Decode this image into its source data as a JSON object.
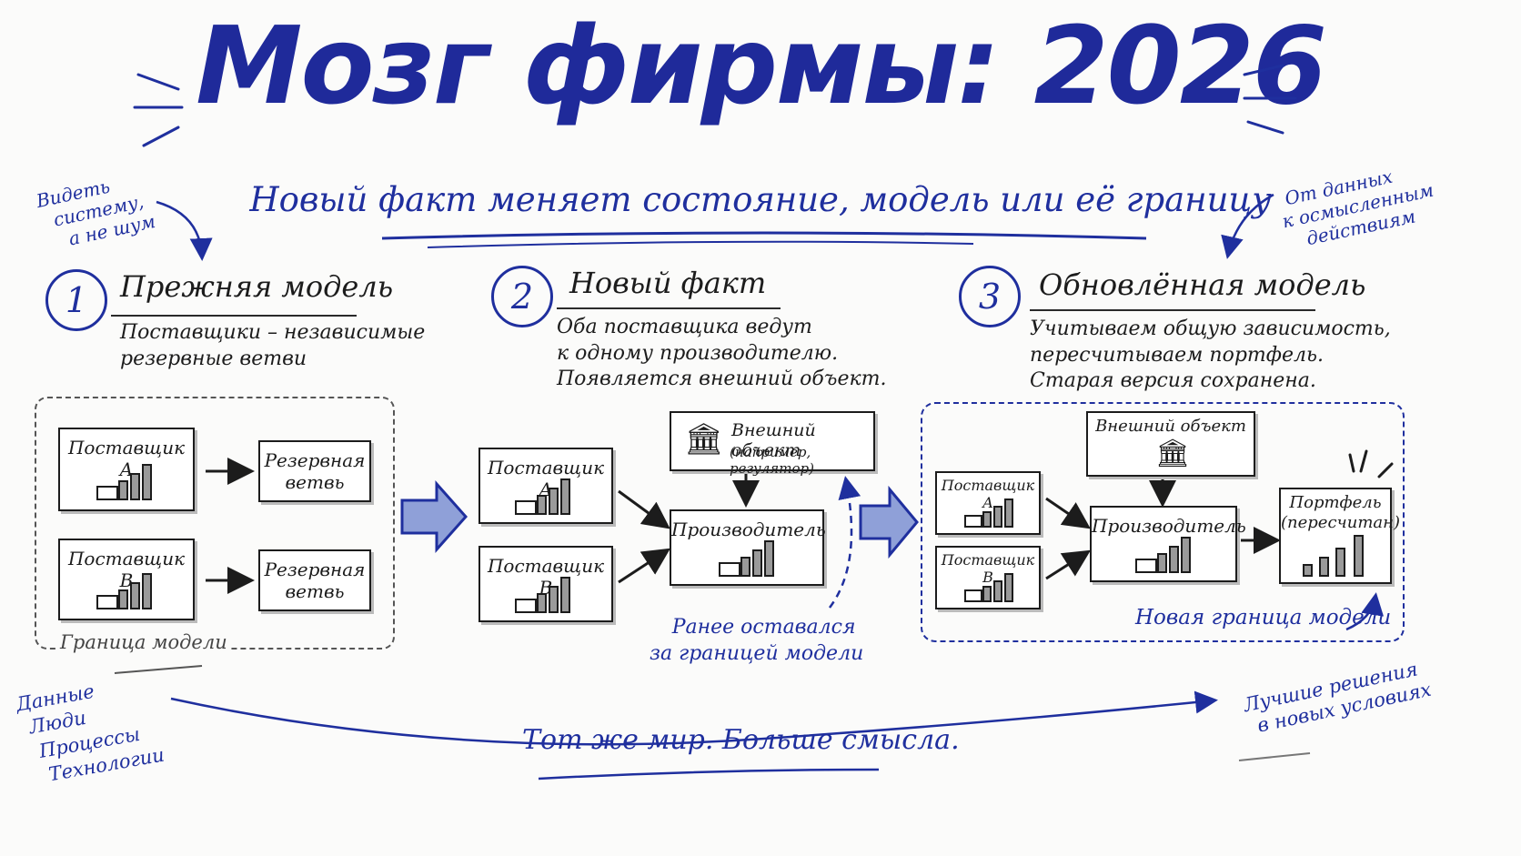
{
  "title": "Мозг фирмы: 2026",
  "subtitle": "Новый факт меняет состояние, модель или её границу",
  "notes": {
    "top_left": [
      "Видеть",
      "систему,",
      "а не шум"
    ],
    "top_right": [
      "От данных",
      "к осмысленным",
      "действиям"
    ],
    "bottom_left": [
      "Данные",
      "Люди",
      "Процессы",
      "Технологии"
    ],
    "bottom_right": [
      "Лучшие решения",
      "в новых условиях"
    ]
  },
  "steps": [
    {
      "number": "1",
      "heading": "Прежняя модель",
      "desc": [
        "Поставщики – независимые",
        "резервные ветви"
      ],
      "supplier_a": "Поставщик А",
      "supplier_b": "Поставщик В",
      "backup_a": [
        "Резервная",
        "ветвь"
      ],
      "backup_b": [
        "Резервная",
        "ветвь"
      ],
      "boundary": "Граница модели"
    },
    {
      "number": "2",
      "heading": "Новый факт",
      "desc": [
        "Оба поставщика ведут",
        "к одному производителю.",
        "Появляется внешний объект."
      ],
      "external": "Внешний объект",
      "external_note": "(например, регулятор)",
      "supplier_a": "Поставщик А",
      "supplier_b": "Поставщик В",
      "producer": "Производитель",
      "outside_note": [
        "Ранее оставался",
        "за границей модели"
      ]
    },
    {
      "number": "3",
      "heading": "Обновлённая модель",
      "desc": [
        "Учитываем общую зависимость,",
        "пересчитываем портфель.",
        "Старая версия сохранена."
      ],
      "external": "Внешний объект",
      "supplier_a": "Поставщик А",
      "supplier_b": "Поставщик В",
      "producer": "Производитель",
      "portfolio": [
        "Портфель",
        "(пересчитан)"
      ],
      "boundary": "Новая граница модели"
    }
  ],
  "footer": "Тот же мир. Больше смысла.",
  "colors": {
    "ink": "#1c1c1c",
    "accent": "#1f2f9e"
  }
}
